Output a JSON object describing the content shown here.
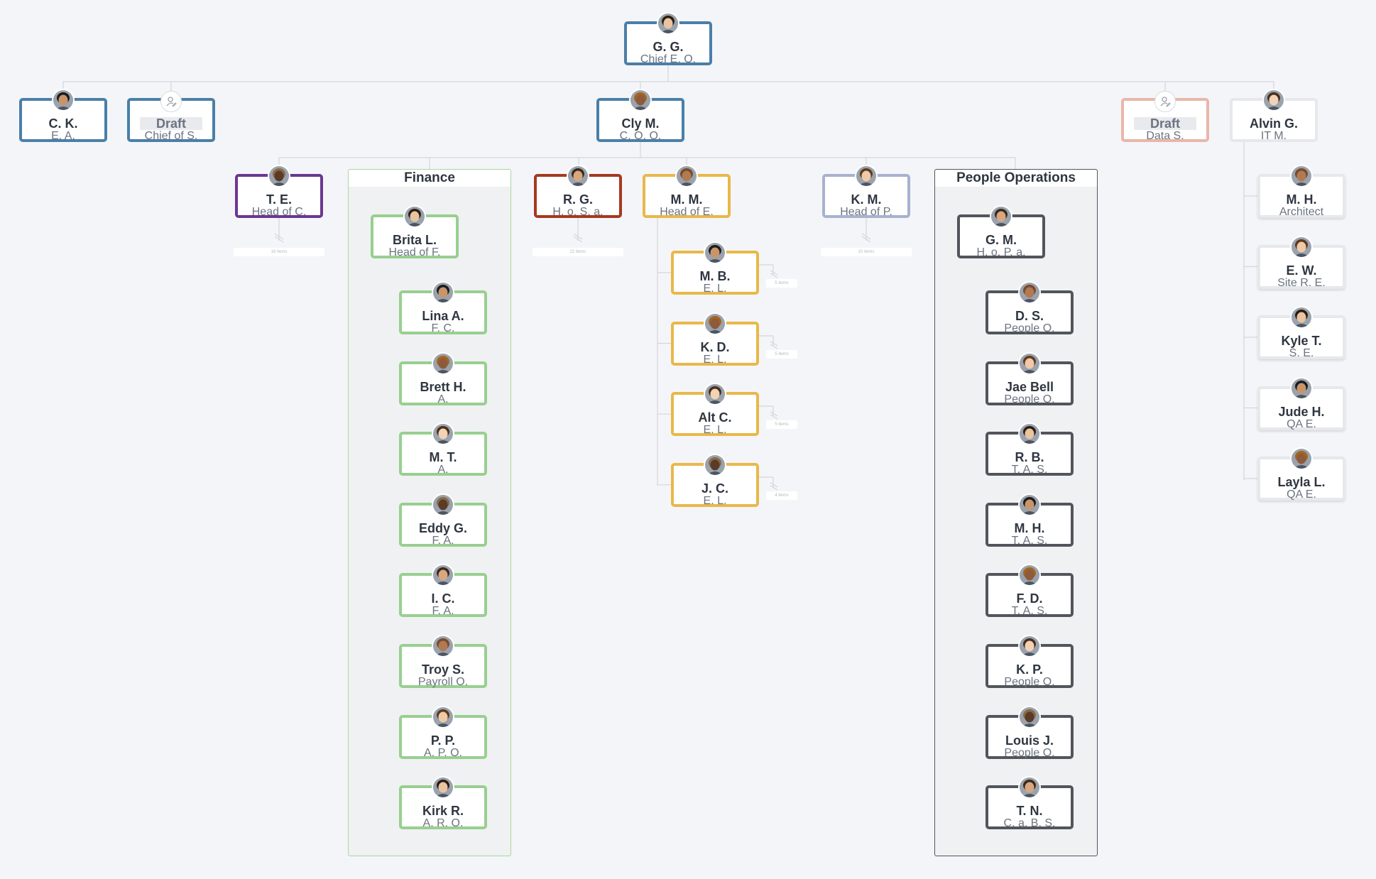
{
  "colors": {
    "executive": "#4a7fa8",
    "draft_data": "#e8b7a8",
    "it": "#e6e8ec",
    "purple": "#6a3792",
    "finance": "#98cf90",
    "red": "#a5391f",
    "yellow": "#e8b84a",
    "lavender": "#a8b2cf",
    "people_ops": "#52555b",
    "background": "#f4f5f8"
  },
  "root": {
    "name": "G. G.",
    "title": "Chief E. O."
  },
  "level1": [
    {
      "name": "C. K.",
      "title": "E. A."
    },
    {
      "name": "Draft",
      "title": "Chief of S."
    },
    {
      "name": "Cly M.",
      "title": "C. O. O."
    },
    {
      "name": "Draft",
      "title": "Data S."
    },
    {
      "name": "Alvin G.",
      "title": "IT M."
    }
  ],
  "coo_reports": [
    {
      "name": "T. E.",
      "title": "Head of C.",
      "collapsed": "16 items"
    },
    {
      "name": "R. G.",
      "title": "H. o. S. a.",
      "collapsed": "22 items"
    },
    {
      "name": "M. M.",
      "title": "Head of E."
    },
    {
      "name": "K. M.",
      "title": "Head of P.",
      "collapsed": "10 items"
    }
  ],
  "finance": {
    "group_title": "Finance",
    "head": {
      "name": "Brita L.",
      "title": "Head of F."
    },
    "members": [
      {
        "name": "Lina A.",
        "title": "F. C."
      },
      {
        "name": "Brett H.",
        "title": "A."
      },
      {
        "name": "M. T.",
        "title": "A."
      },
      {
        "name": "Eddy G.",
        "title": "F. A."
      },
      {
        "name": "I. C.",
        "title": "F. A."
      },
      {
        "name": "Troy S.",
        "title": "Payroll O."
      },
      {
        "name": "P. P.",
        "title": "A. P. O."
      },
      {
        "name": "Kirk R.",
        "title": "A. R. O."
      }
    ]
  },
  "engineering": [
    {
      "name": "M. B.",
      "title": "E. L.",
      "collapsed": "5 items"
    },
    {
      "name": "K. D.",
      "title": "E. L.",
      "collapsed": "5 items"
    },
    {
      "name": "Alt C.",
      "title": "E. L.",
      "collapsed": "5 items"
    },
    {
      "name": "J. C.",
      "title": "E. L.",
      "collapsed": "4 items"
    }
  ],
  "people_ops": {
    "group_title": "People Operations",
    "head": {
      "name": "G. M.",
      "title": "H. o. P. a."
    },
    "members": [
      {
        "name": "D. S.",
        "title": "People O."
      },
      {
        "name": "Jae Bell",
        "title": "People O."
      },
      {
        "name": "R. B.",
        "title": "T. A. S."
      },
      {
        "name": "M. H.",
        "title": "T. A. S."
      },
      {
        "name": "F. D.",
        "title": "T. A. S."
      },
      {
        "name": "K. P.",
        "title": "People O."
      },
      {
        "name": "Louis J.",
        "title": "People O."
      },
      {
        "name": "T. N.",
        "title": "C. a. B. S."
      }
    ]
  },
  "it_team": [
    {
      "name": "M. H.",
      "title": "Architect"
    },
    {
      "name": "E. W.",
      "title": "Site R. E."
    },
    {
      "name": "Kyle T.",
      "title": "S. E."
    },
    {
      "name": "Jude H.",
      "title": "QA E."
    },
    {
      "name": "Layla L.",
      "title": "QA E."
    }
  ]
}
